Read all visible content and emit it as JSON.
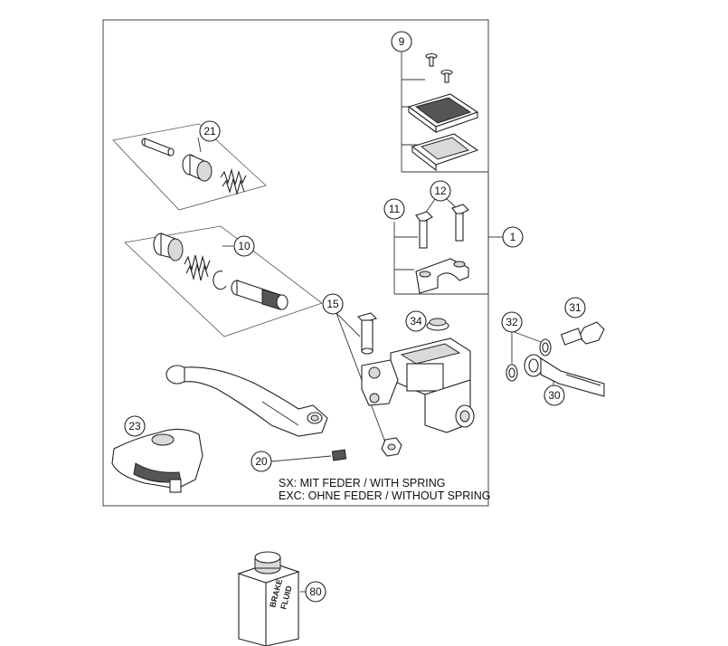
{
  "callouts": {
    "c1": "1",
    "c9": "9",
    "c10": "10",
    "c11": "11",
    "c12": "12",
    "c15": "15",
    "c20": "20",
    "c21": "21",
    "c23": "23",
    "c30": "30",
    "c31": "31",
    "c32": "32",
    "c34": "34",
    "c80": "80"
  },
  "notes": {
    "sx": "SX: MIT FEDER / WITH SPRING",
    "exc": "EXC: OHNE FEDER / WITHOUT SPRING"
  },
  "bottle": {
    "line1": "BRAKE",
    "line2": "FLUID"
  }
}
